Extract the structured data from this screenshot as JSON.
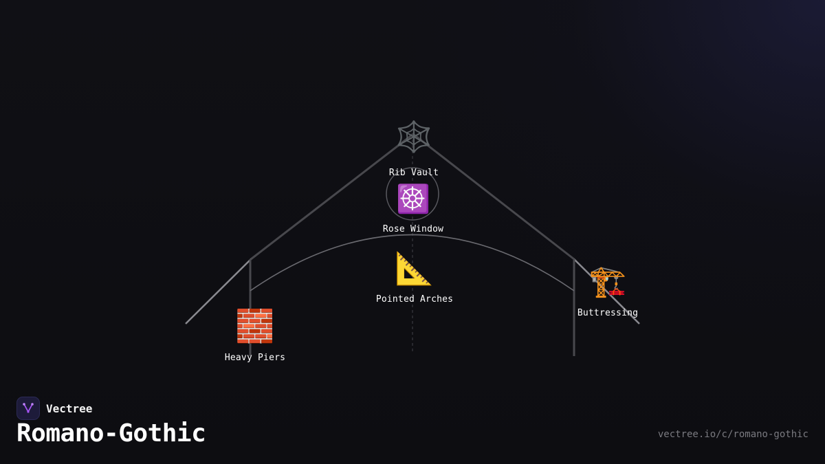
{
  "brand": {
    "name": "Vectree",
    "logo_icon": "vectree-logo-icon",
    "logo_color": "#a855f7"
  },
  "title": "Romano-Gothic",
  "url": "vectree.io/c/romano-gothic",
  "nodes": {
    "rib_vault": {
      "label": "Rib Vault",
      "emoji": "🕸️",
      "icon": "spider-web-icon"
    },
    "rose_window": {
      "label": "Rose Window",
      "emoji": "☸️",
      "icon": "wheel-of-dharma-icon"
    },
    "pointed_arches": {
      "label": "Pointed Arches",
      "emoji": "📐",
      "icon": "triangular-ruler-icon"
    },
    "buttressing": {
      "label": "Buttressing",
      "emoji": "🏗️",
      "icon": "construction-crane-icon"
    },
    "heavy_piers": {
      "label": "Heavy Piers",
      "emoji": "🧱",
      "icon": "brick-icon"
    }
  },
  "colors": {
    "accent": "#a855f7",
    "line": "#4a4a50",
    "text": "#ffffff",
    "muted": "#7a7a80"
  }
}
